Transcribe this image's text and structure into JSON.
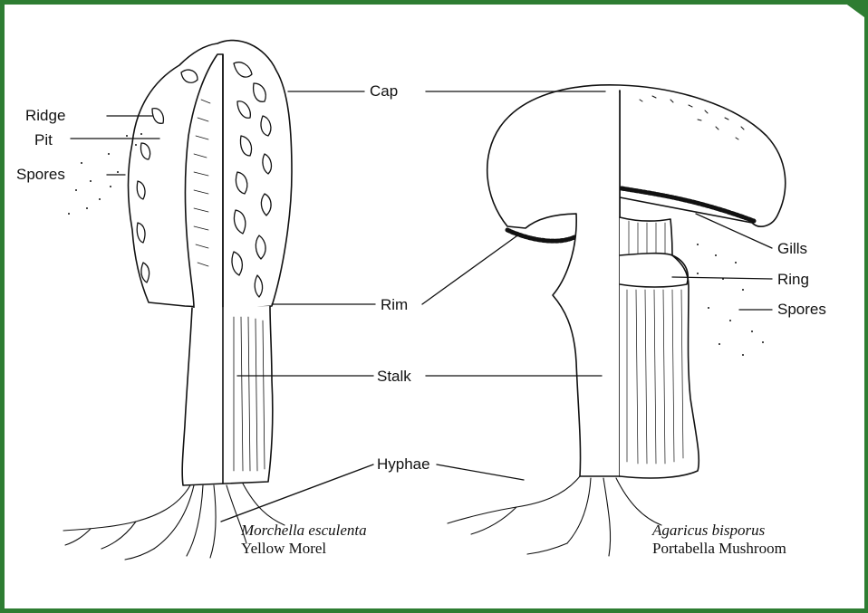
{
  "colors": {
    "frame": "#2e7d32",
    "ink": "#111111",
    "flesh": "#ffffff"
  },
  "labels": {
    "ridge": "Ridge",
    "pit": "Pit",
    "spores_left": "Spores",
    "cap": "Cap",
    "rim": "Rim",
    "stalk": "Stalk",
    "hyphae": "Hyphae",
    "gills": "Gills",
    "ring": "Ring",
    "spores_right": "Spores"
  },
  "species": [
    {
      "scientific": "Morchella esculenta",
      "common": "Yellow Morel"
    },
    {
      "scientific": "Agaricus bisporus",
      "common": "Portabella Mushroom"
    }
  ]
}
